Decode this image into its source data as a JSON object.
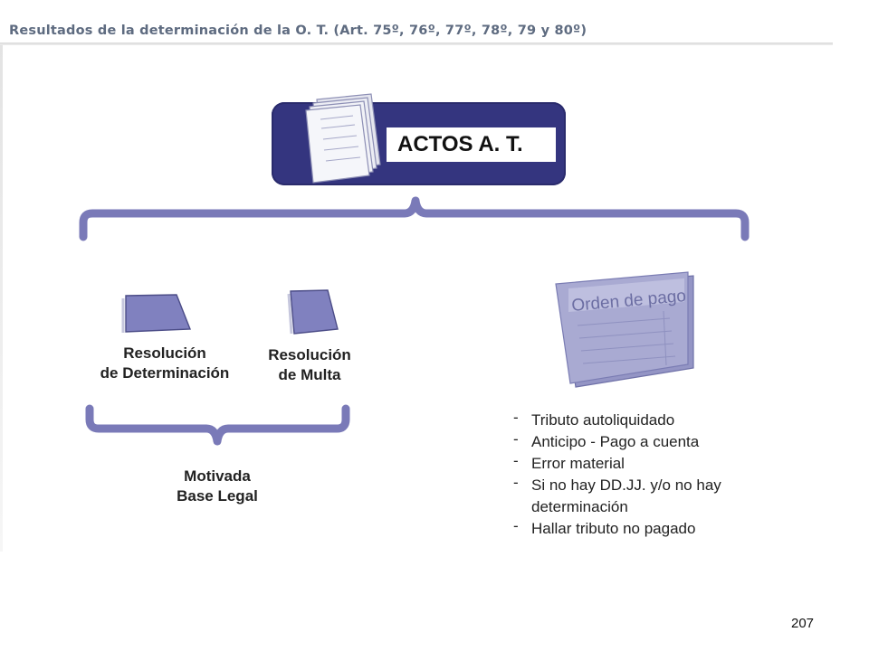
{
  "header": {
    "title": "Resultados de la determinación de la O. T. (Art. 75º, 76º, 77º, 78º, 79 y 80º)"
  },
  "top_node": {
    "label": "ACTOS A. T.",
    "icon": "document-stack-icon"
  },
  "left_branch": {
    "items": [
      {
        "label_line1": "Resolución",
        "label_line2": "de Determinación",
        "icon": "document-icon"
      },
      {
        "label_line1": "Resolución",
        "label_line2": "de Multa",
        "icon": "document-icon"
      }
    ],
    "requirements": [
      "Motivada",
      "Base Legal"
    ]
  },
  "right_branch": {
    "form_title": "Orden de pago",
    "icon": "payment-order-form-icon",
    "cases": [
      "Tributo autoliquidado",
      "Anticipo - Pago a cuenta",
      "Error material",
      "Si no hay DD.JJ. y/o no hay determinación",
      "Hallar tributo no pagado"
    ]
  },
  "footer": {
    "page_number": "207"
  },
  "colors": {
    "navy": "#34357f",
    "brace": "#7a7ab8",
    "doc_fill": "#7f80bd",
    "header_text": "#5e6b80"
  }
}
